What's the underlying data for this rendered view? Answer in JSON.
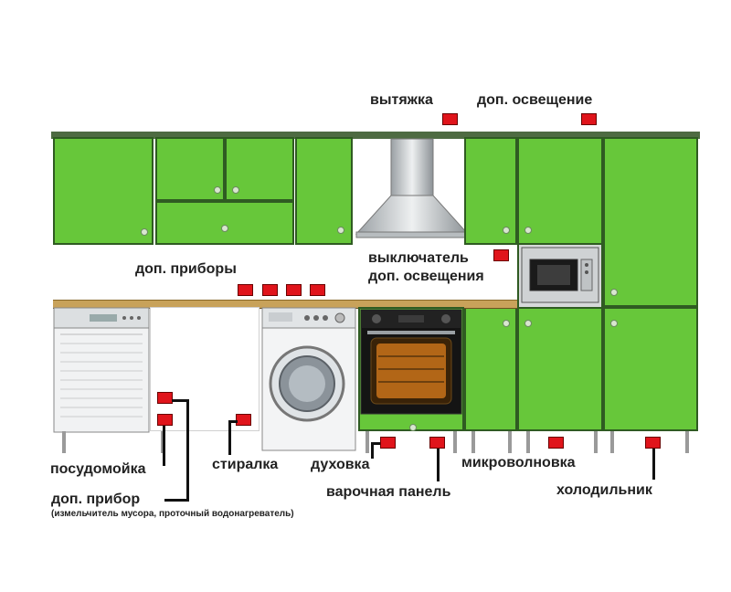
{
  "labels": {
    "hood": "вытяжка",
    "extra_light": "доп. освещение",
    "switch_line1": "выключатель",
    "switch_line2": "доп. освещения",
    "extra_devices": "доп. приборы",
    "dishwasher": "посудомойка",
    "extra_device": "доп. прибор",
    "extra_device_note": "(измельчитель мусора, проточный водонагреватель)",
    "washer": "стиралка",
    "oven": "духовка",
    "cooktop": "варочная панель",
    "microwave": "микроволновка",
    "fridge": "холодильник"
  },
  "colors": {
    "cabinet_green": "#67c73a",
    "socket_red": "#e0141b",
    "countertop": "#c8a25a"
  },
  "icons": [
    "knob-icon",
    "socket-icon",
    "hood-icon",
    "oven-icon",
    "washer-icon",
    "microwave-icon",
    "dishwasher-icon"
  ]
}
